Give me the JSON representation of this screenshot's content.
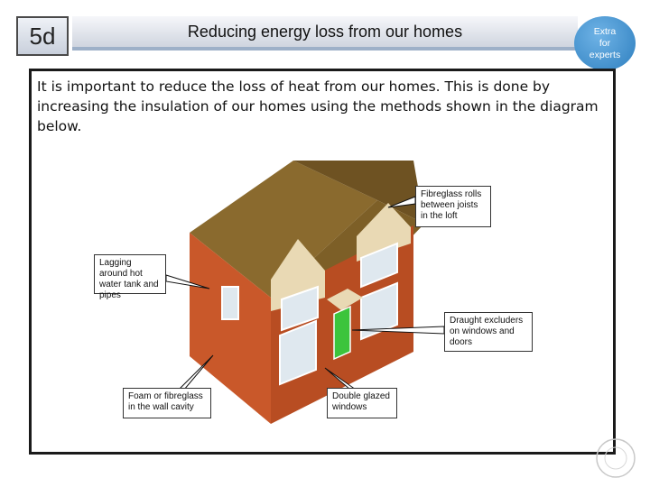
{
  "header": {
    "badge": "5d",
    "title": "Reducing energy loss from our homes",
    "expert_line1": "Extra",
    "expert_line2": "for",
    "expert_line3": "experts"
  },
  "content": {
    "intro": "It is important to reduce the loss of heat from our homes. This is done by increasing the insulation of our homes using the methods shown in the diagram below."
  },
  "diagram": {
    "labels": {
      "loft": "Fibreglass rolls between joists in the loft",
      "lagging": "Lagging around hot water tank and pipes",
      "draught": "Draught excluders on windows and doors",
      "cavity": "Foam or fibreglass in the wall cavity",
      "glazing": "Double glazed windows"
    }
  },
  "colors": {
    "brick": "#c9582a",
    "brick_dark": "#9c3d17",
    "roof": "#8a6a2e",
    "roof_dark": "#6e5222",
    "gable": "#e9d9b4",
    "door": "#3cc43c",
    "accent_blue": "#2e7fbf"
  }
}
